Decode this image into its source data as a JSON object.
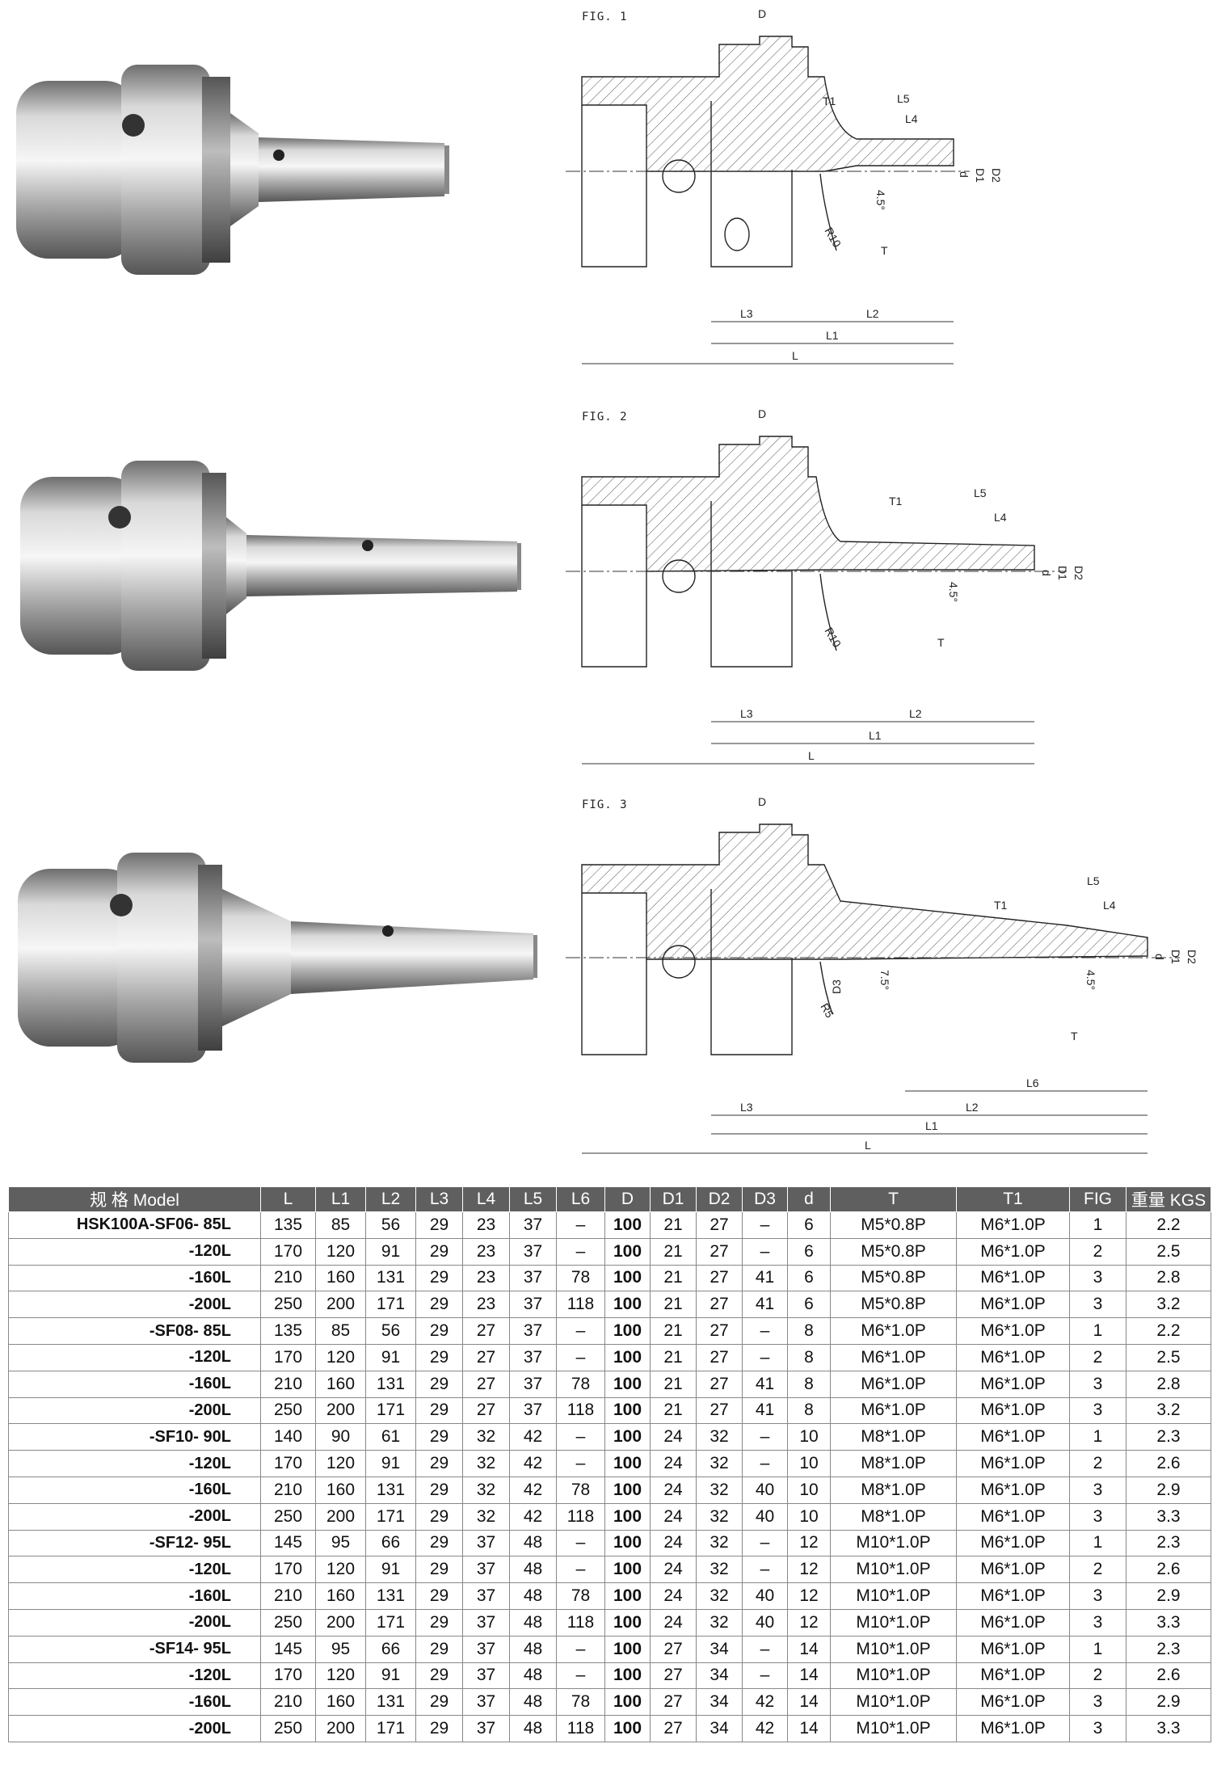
{
  "figures": [
    {
      "label": "FIG. 1",
      "dims": {
        "D": "D",
        "T1": "T1",
        "L5": "L5",
        "L4": "L4",
        "d": "d",
        "D1": "D1",
        "D2": "D2",
        "angle": "4.5°",
        "R": "R10",
        "T": "T",
        "L3": "L3",
        "L2": "L2",
        "L1": "L1",
        "L": "L"
      }
    },
    {
      "label": "FIG. 2",
      "dims": {
        "D": "D",
        "T1": "T1",
        "L5": "L5",
        "L4": "L4",
        "d": "d",
        "D1": "D1",
        "D2": "D2",
        "angle": "4.5°",
        "R": "R10",
        "T": "T",
        "L3": "L3",
        "L2": "L2",
        "L1": "L1",
        "L": "L"
      }
    },
    {
      "label": "FIG. 3",
      "dims": {
        "D": "D",
        "T1": "T1",
        "L5": "L5",
        "L4": "L4",
        "d": "d",
        "D1": "D1",
        "D2": "D2",
        "D3": "D3",
        "angle": "4.5°",
        "angle2": "7.5°",
        "R": "R5",
        "T": "T",
        "L6": "L6",
        "L3": "L3",
        "L2": "L2",
        "L1": "L1",
        "L": "L"
      }
    }
  ],
  "table": {
    "headers": [
      "规 格 Model",
      "L",
      "L1",
      "L2",
      "L3",
      "L4",
      "L5",
      "L6",
      "D",
      "D1",
      "D2",
      "D3",
      "d",
      "T",
      "T1",
      "FIG",
      "重量 KGS"
    ],
    "rows": [
      [
        "HSK100A-SF06-  85L",
        "135",
        "85",
        "56",
        "29",
        "23",
        "37",
        "–",
        "100",
        "21",
        "27",
        "–",
        "6",
        "M5*0.8P",
        "M6*1.0P",
        "1",
        "2.2"
      ],
      [
        "-120L",
        "170",
        "120",
        "91",
        "29",
        "23",
        "37",
        "–",
        "100",
        "21",
        "27",
        "–",
        "6",
        "M5*0.8P",
        "M6*1.0P",
        "2",
        "2.5"
      ],
      [
        "-160L",
        "210",
        "160",
        "131",
        "29",
        "23",
        "37",
        "78",
        "100",
        "21",
        "27",
        "41",
        "6",
        "M5*0.8P",
        "M6*1.0P",
        "3",
        "2.8"
      ],
      [
        "-200L",
        "250",
        "200",
        "171",
        "29",
        "23",
        "37",
        "118",
        "100",
        "21",
        "27",
        "41",
        "6",
        "M5*0.8P",
        "M6*1.0P",
        "3",
        "3.2"
      ],
      [
        "-SF08-  85L",
        "135",
        "85",
        "56",
        "29",
        "27",
        "37",
        "–",
        "100",
        "21",
        "27",
        "–",
        "8",
        "M6*1.0P",
        "M6*1.0P",
        "1",
        "2.2"
      ],
      [
        "-120L",
        "170",
        "120",
        "91",
        "29",
        "27",
        "37",
        "–",
        "100",
        "21",
        "27",
        "–",
        "8",
        "M6*1.0P",
        "M6*1.0P",
        "2",
        "2.5"
      ],
      [
        "-160L",
        "210",
        "160",
        "131",
        "29",
        "27",
        "37",
        "78",
        "100",
        "21",
        "27",
        "41",
        "8",
        "M6*1.0P",
        "M6*1.0P",
        "3",
        "2.8"
      ],
      [
        "-200L",
        "250",
        "200",
        "171",
        "29",
        "27",
        "37",
        "118",
        "100",
        "21",
        "27",
        "41",
        "8",
        "M6*1.0P",
        "M6*1.0P",
        "3",
        "3.2"
      ],
      [
        "-SF10-  90L",
        "140",
        "90",
        "61",
        "29",
        "32",
        "42",
        "–",
        "100",
        "24",
        "32",
        "–",
        "10",
        "M8*1.0P",
        "M6*1.0P",
        "1",
        "2.3"
      ],
      [
        "-120L",
        "170",
        "120",
        "91",
        "29",
        "32",
        "42",
        "–",
        "100",
        "24",
        "32",
        "–",
        "10",
        "M8*1.0P",
        "M6*1.0P",
        "2",
        "2.6"
      ],
      [
        "-160L",
        "210",
        "160",
        "131",
        "29",
        "32",
        "42",
        "78",
        "100",
        "24",
        "32",
        "40",
        "10",
        "M8*1.0P",
        "M6*1.0P",
        "3",
        "2.9"
      ],
      [
        "-200L",
        "250",
        "200",
        "171",
        "29",
        "32",
        "42",
        "118",
        "100",
        "24",
        "32",
        "40",
        "10",
        "M8*1.0P",
        "M6*1.0P",
        "3",
        "3.3"
      ],
      [
        "-SF12-  95L",
        "145",
        "95",
        "66",
        "29",
        "37",
        "48",
        "–",
        "100",
        "24",
        "32",
        "–",
        "12",
        "M10*1.0P",
        "M6*1.0P",
        "1",
        "2.3"
      ],
      [
        "-120L",
        "170",
        "120",
        "91",
        "29",
        "37",
        "48",
        "–",
        "100",
        "24",
        "32",
        "–",
        "12",
        "M10*1.0P",
        "M6*1.0P",
        "2",
        "2.6"
      ],
      [
        "-160L",
        "210",
        "160",
        "131",
        "29",
        "37",
        "48",
        "78",
        "100",
        "24",
        "32",
        "40",
        "12",
        "M10*1.0P",
        "M6*1.0P",
        "3",
        "2.9"
      ],
      [
        "-200L",
        "250",
        "200",
        "171",
        "29",
        "37",
        "48",
        "118",
        "100",
        "24",
        "32",
        "40",
        "12",
        "M10*1.0P",
        "M6*1.0P",
        "3",
        "3.3"
      ],
      [
        "-SF14-  95L",
        "145",
        "95",
        "66",
        "29",
        "37",
        "48",
        "–",
        "100",
        "27",
        "34",
        "–",
        "14",
        "M10*1.0P",
        "M6*1.0P",
        "1",
        "2.3"
      ],
      [
        "-120L",
        "170",
        "120",
        "91",
        "29",
        "37",
        "48",
        "–",
        "100",
        "27",
        "34",
        "–",
        "14",
        "M10*1.0P",
        "M6*1.0P",
        "2",
        "2.6"
      ],
      [
        "-160L",
        "210",
        "160",
        "131",
        "29",
        "37",
        "48",
        "78",
        "100",
        "27",
        "34",
        "42",
        "14",
        "M10*1.0P",
        "M6*1.0P",
        "3",
        "2.9"
      ],
      [
        "-200L",
        "250",
        "200",
        "171",
        "29",
        "37",
        "48",
        "118",
        "100",
        "27",
        "34",
        "42",
        "14",
        "M10*1.0P",
        "M6*1.0P",
        "3",
        "3.3"
      ]
    ]
  }
}
